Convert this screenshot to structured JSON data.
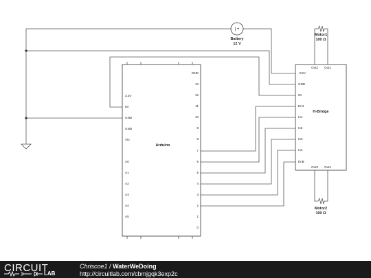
{
  "battery": {
    "symbol": "| +",
    "label": "Battery",
    "value": "12 V"
  },
  "motor1": {
    "label": "Motor1",
    "value": "100 Ω"
  },
  "motor2": {
    "label": "Motor2",
    "value": "100 Ω"
  },
  "arduino": {
    "label": "Arduino",
    "left_pins": [
      "3.3V",
      "5V",
      "GND",
      "GND",
      "Vin",
      "A0",
      "A1",
      "A2",
      "A3",
      "A4",
      "A5"
    ],
    "right_pins": [
      "GND",
      "13",
      "12",
      "11",
      "10",
      "9",
      "8",
      "7",
      "6",
      "5",
      "4",
      "3",
      "2",
      "1",
      "0"
    ]
  },
  "hbridge": {
    "label": "H-Bridge",
    "top_pins": [
      "Out2",
      "Out1"
    ],
    "left_pins": [
      "+12V",
      "GND",
      "5V",
      "En4",
      "In1",
      "In2",
      "In3",
      "In4",
      "EnB"
    ],
    "bottom_pins": [
      "Out3",
      "Out4"
    ]
  },
  "footer": {
    "logo_word": "CIRCUIT",
    "logo_lab": "LAB",
    "author": "Chriscoe1",
    "separator": "/",
    "title": "WaterWeDoing",
    "url": "http://circuitlab.com/cbmjgqk3exp2c"
  }
}
